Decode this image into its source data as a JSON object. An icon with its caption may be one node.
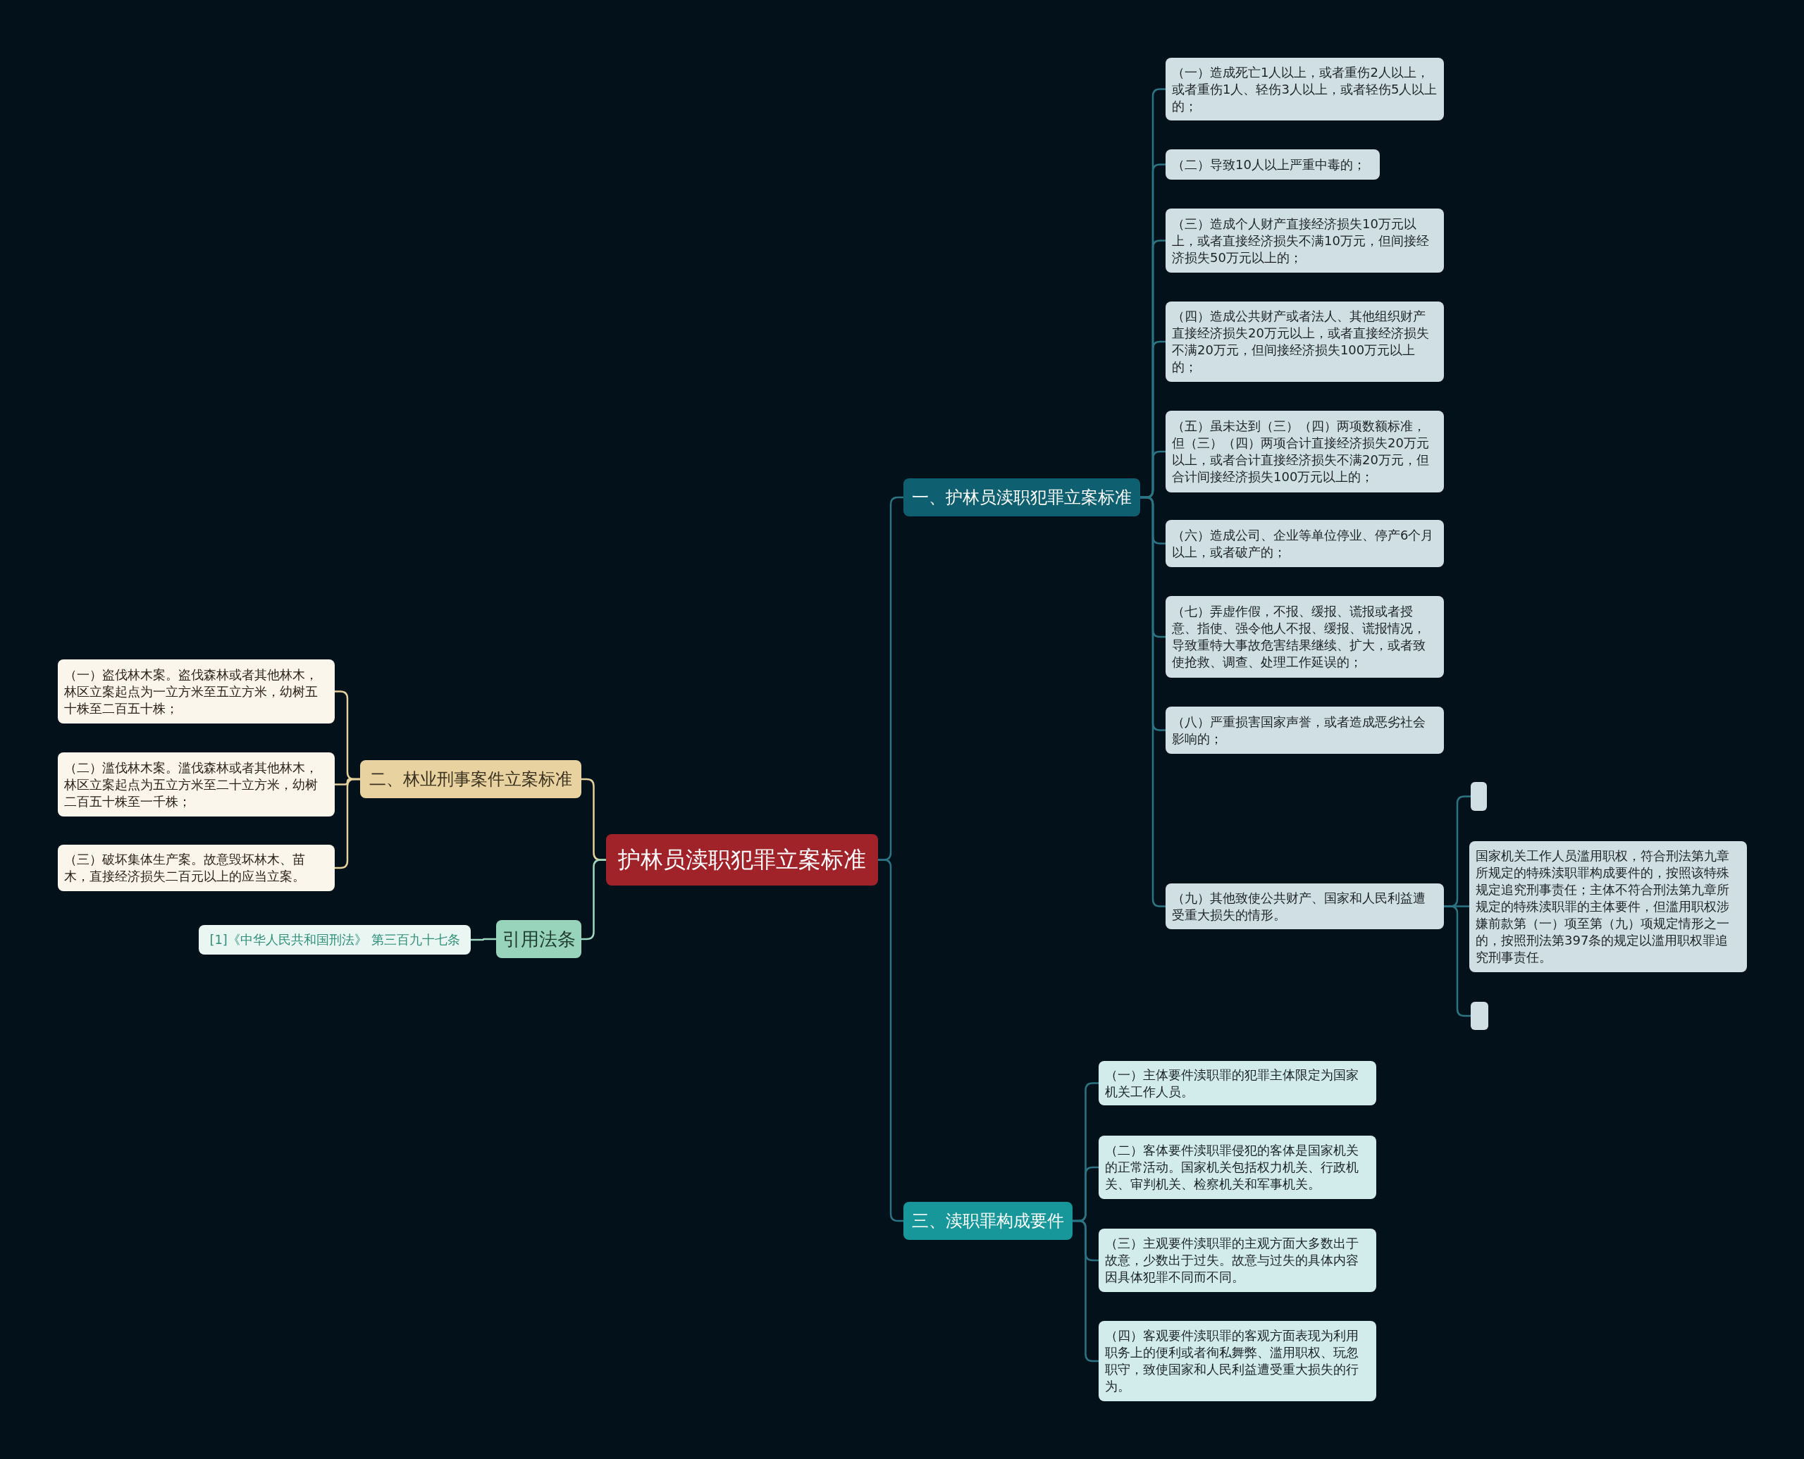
{
  "diagram": {
    "nodes": [
      {
        "text": [
          "护林员渎职犯罪立案标准"
        ]
      },
      {
        "text": [
          "一、护林员渎职犯罪立案标准"
        ]
      },
      {
        "text": [
          "（一）造成死亡1人以上，或者重伤2人以上，或者重伤1人、轻伤3人以上，或者轻伤5人以上的；"
        ]
      },
      {
        "text": [
          "（二）导致10人以上严重中毒的；"
        ]
      },
      {
        "text": [
          "（三）造成个人财产直接经济损失10万元以上，或者直接经济损失不满10万元，但间接经济损失50万元以上的；"
        ]
      },
      {
        "text": [
          "（四）造成公共财产或者法人、其他组织财产直接经济损失20万元以上，或者直接经济损失不满20万元，但间接经济损失100万元以上的；"
        ]
      },
      {
        "text": [
          "（五）虽未达到（三）（四）两项数额标准，但（三）（四）两项合计直接经济损失20万元以上，或者合计直接经济损失不满20万元，但合计间接经济损失100万元以上的；"
        ]
      },
      {
        "text": [
          "（六）造成公司、企业等单位停业、停产6个月以上，或者破产的；"
        ]
      },
      {
        "text": [
          "（七）弄虚作假，不报、缓报、谎报或者授意、指使、强令他人不报、缓报、谎报情况，导致重特大事故危害结果继续、扩大，或者致使抢救、调查、处理工作延误的；"
        ]
      },
      {
        "text": [
          "（八）严重损害国家声誉，或者造成恶劣社会影响的；"
        ]
      },
      {
        "text": [
          "（九）其他致使公共财产、国家和人民利益遭受重大损失的情形。"
        ]
      },
      {
        "text": [],
        "shape": "box"
      },
      {
        "text": [
          "国家机关工作人员滥用职权，符合刑法第九章所规定的特殊渎职罪构成要件的，按照该特殊规定追究刑事责任；主体不符合刑法第九章所规定的特殊渎职罪的主体要件，但滥用职权涉嫌前款第（一）项至第（九）项规定情形之一的，按照刑法第397条的规定以滥用职权罪追究刑事责任。"
        ]
      },
      {
        "text": [],
        "shape": "box"
      },
      {
        "text": [
          "三、渎职罪构成要件"
        ]
      },
      {
        "text": [
          "（一）主体要件渎职罪的犯罪主体限定为国家机关工作人员。"
        ]
      },
      {
        "text": [
          "（二）客体要件渎职罪侵犯的客体是国家机关的正常活动。国家机关包括权力机关、行政机关、审判机关、检察机关和军事机关。"
        ]
      },
      {
        "text": [
          "（三）主观要件渎职罪的主观方面大多数出于故意，少数出于过失。故意与过失的具体内容因具体犯罪不同而不同。"
        ]
      },
      {
        "text": [
          "（四）客观要件渎职罪的客观方面表现为利用职务上的便利或者徇私舞弊、滥用职权、玩忽职守，致使国家和人民利益遭受重大损失的行为。"
        ]
      },
      {
        "text": [
          "二、林业刑事案件立案标准"
        ]
      },
      {
        "text": [
          "（一）盗伐林木案。盗伐森林或者其他林木，林区立案起点为一立方米至五立方米，幼树五十株至二百五十株；"
        ]
      },
      {
        "text": [
          "（二）滥伐林木案。滥伐森林或者其他林木，林区立案起点为五立方米至二十立方米，幼树二百五十株至一千株；"
        ]
      },
      {
        "text": [
          "（三）破坏集体生产案。故意毁坏林木、苗木，直接经济损失二百元以上的应当立案。"
        ]
      },
      {
        "text": [
          "引用法条"
        ]
      },
      {
        "text": [
          "[1]《中华人民共和国刑法》 第三百九十七条"
        ]
      }
    ],
    "edges": [
      {
        "from": 0,
        "to": 1,
        "arrow": "none"
      },
      {
        "from": 1,
        "to": 2,
        "arrow": "none"
      },
      {
        "from": 1,
        "to": 3,
        "arrow": "none"
      },
      {
        "from": 1,
        "to": 4,
        "arrow": "none"
      },
      {
        "from": 1,
        "to": 5,
        "arrow": "none"
      },
      {
        "from": 1,
        "to": 6,
        "arrow": "none"
      },
      {
        "from": 1,
        "to": 7,
        "arrow": "none"
      },
      {
        "from": 1,
        "to": 8,
        "arrow": "none"
      },
      {
        "from": 1,
        "to": 9,
        "arrow": "none"
      },
      {
        "from": 1,
        "to": 10,
        "arrow": "none"
      },
      {
        "from": 10,
        "to": 11,
        "arrow": "none"
      },
      {
        "from": 10,
        "to": 12,
        "arrow": "none"
      },
      {
        "from": 10,
        "to": 13,
        "arrow": "none"
      },
      {
        "from": 0,
        "to": 14,
        "arrow": "none"
      },
      {
        "from": 14,
        "to": 15,
        "arrow": "none"
      },
      {
        "from": 14,
        "to": 16,
        "arrow": "none"
      },
      {
        "from": 14,
        "to": 17,
        "arrow": "none"
      },
      {
        "from": 14,
        "to": 18,
        "arrow": "none"
      },
      {
        "from": 0,
        "to": 19,
        "arrow": "none",
        "color": "#e6d09c"
      },
      {
        "from": 19,
        "to": 20,
        "arrow": "none",
        "color": "#e6d09c"
      },
      {
        "from": 19,
        "to": 21,
        "arrow": "none",
        "color": "#e6d09c"
      },
      {
        "from": 19,
        "to": 22,
        "arrow": "none",
        "color": "#e6d09c"
      },
      {
        "from": 0,
        "to": 23,
        "arrow": "none",
        "color": "#9fd8c0"
      },
      {
        "from": 23,
        "to": 24,
        "arrow": "none",
        "color": "#9fd8c0"
      }
    ]
  }
}
